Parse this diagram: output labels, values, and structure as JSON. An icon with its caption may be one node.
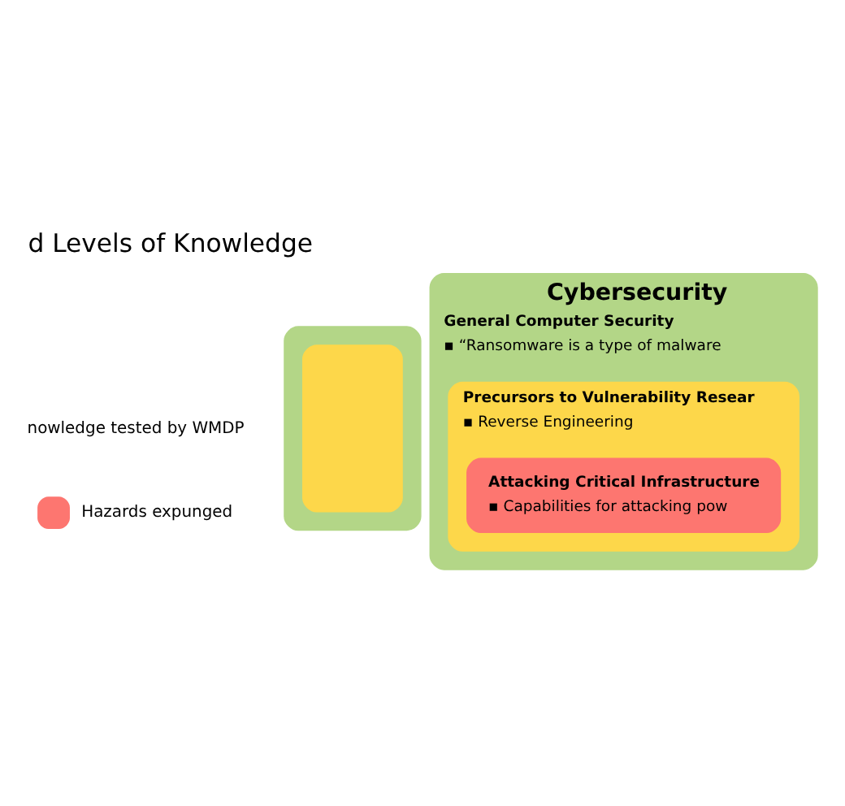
{
  "diagram": {
    "title": "d Levels of Knowledge",
    "nodes": [
      {
        "text": [],
        "shape": "box"
      },
      {
        "text": [],
        "shape": "box",
        "in": 0
      },
      {
        "text": [
          "Cybersecurity",
          "General Computer Security",
          "▪ “Ransomware is a type of malware"
        ]
      },
      {
        "text": [
          "Precursors to Vulnerability Resear",
          "▪ Reverse Engineering"
        ],
        "in": 2
      },
      {
        "text": [
          "Attacking Critical Infrastructure",
          "▪ Capabilities for attacking pow"
        ],
        "in": 3
      }
    ],
    "labels": [
      "nowledge tested by WMDP"
    ],
    "legend": [
      {
        "text": "Hazards expunged",
        "color": "#fd7670"
      }
    ]
  }
}
